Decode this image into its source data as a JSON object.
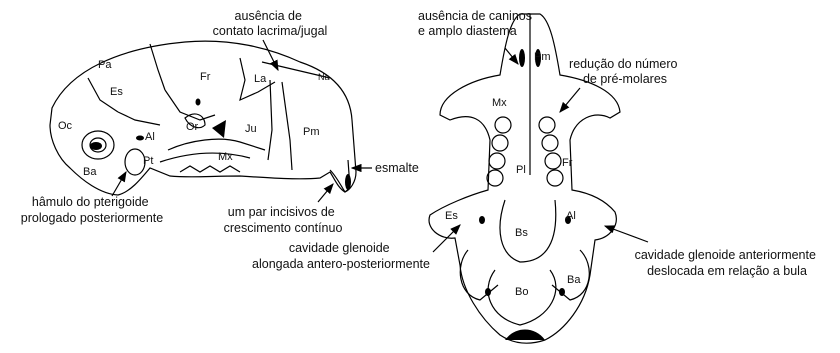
{
  "lateral_view": {
    "bone_labels": {
      "oc": "Oc",
      "pa": "Pa",
      "es": "Es",
      "fr": "Fr",
      "la": "La",
      "na": "Na",
      "ba": "Ba",
      "al": "Al",
      "pt": "Pt",
      "or": "Or",
      "ju": "Ju",
      "mx": "Mx",
      "pm": "Pm"
    },
    "annotations": {
      "lacrimal_jugal": [
        "ausência de",
        "contato lacrima/jugal"
      ],
      "pterygoid_hamulus": [
        "hâmulo do pterigoide",
        "prologado posteriormente"
      ],
      "enamel": "esmalte",
      "incisors": [
        "um par incisivos de",
        "crescimento contínuo"
      ]
    }
  },
  "ventral_view": {
    "bone_labels": {
      "pm": "Pm",
      "mx": "Mx",
      "fr": "Fr",
      "pl": "Pl",
      "es": "Es",
      "al": "Al",
      "bs": "Bs",
      "ba": "Ba",
      "bo": "Bo"
    },
    "annotations": {
      "canines": [
        "ausência de caninos",
        "e amplo diastema"
      ],
      "premolars": [
        "redução do número",
        "de pré-molares"
      ],
      "glenoid_elongated": [
        "cavidade glenoide",
        "alongada antero-posteriormente"
      ],
      "glenoid_anterior": [
        "cavidade glenoide anteriormente",
        "deslocada em relação a bula"
      ]
    }
  }
}
